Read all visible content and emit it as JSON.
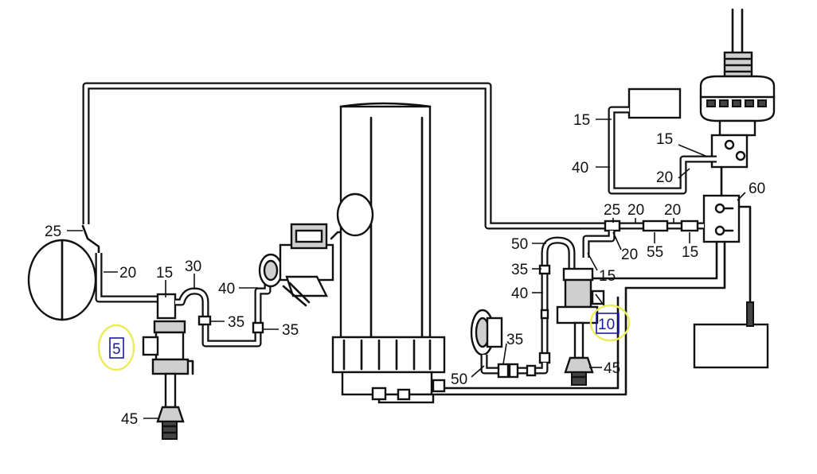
{
  "diagram": {
    "labels": [
      {
        "id": "l25a",
        "text": "25"
      },
      {
        "id": "l20a",
        "text": "20"
      },
      {
        "id": "l15a",
        "text": "15"
      },
      {
        "id": "l30",
        "text": "30"
      },
      {
        "id": "l40a",
        "text": "40"
      },
      {
        "id": "l35a",
        "text": "35"
      },
      {
        "id": "l35b",
        "text": "35"
      },
      {
        "id": "l45a",
        "text": "45"
      },
      {
        "id": "l15b",
        "text": "15"
      },
      {
        "id": "l40b",
        "text": "40"
      },
      {
        "id": "l15c",
        "text": "15"
      },
      {
        "id": "l20b",
        "text": "20"
      },
      {
        "id": "l60",
        "text": "60"
      },
      {
        "id": "l25b",
        "text": "25"
      },
      {
        "id": "l20c",
        "text": "20"
      },
      {
        "id": "l20d",
        "text": "20"
      },
      {
        "id": "l50a",
        "text": "50"
      },
      {
        "id": "l20e",
        "text": "20"
      },
      {
        "id": "l55",
        "text": "55"
      },
      {
        "id": "l15d",
        "text": "15"
      },
      {
        "id": "l35c",
        "text": "35"
      },
      {
        "id": "l15e",
        "text": "15"
      },
      {
        "id": "l40c",
        "text": "40"
      },
      {
        "id": "l35d",
        "text": "35"
      },
      {
        "id": "l50b",
        "text": "50"
      },
      {
        "id": "l45b",
        "text": "45"
      }
    ],
    "callouts": [
      {
        "id": "c5",
        "text": "5",
        "highlight": "#ecec5a",
        "box_color": "#1a1aa8"
      },
      {
        "id": "c10",
        "text": "10",
        "highlight": "#ecec5a",
        "box_color": "#1a1aa8"
      }
    ]
  }
}
